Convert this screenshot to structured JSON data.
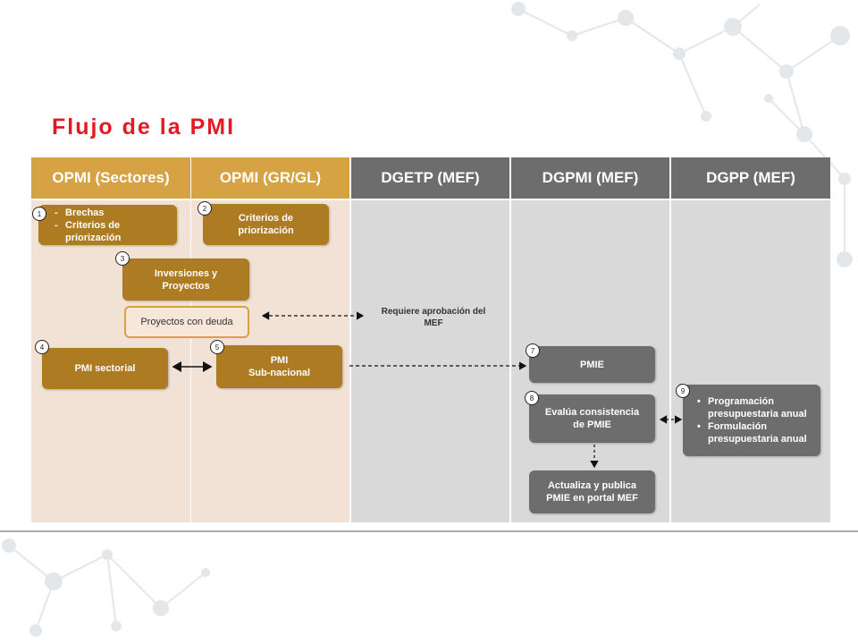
{
  "title": "Flujo de la PMI",
  "colors": {
    "accent_title": "#e01b24",
    "header_gold": "#d6a243",
    "header_gray": "#6d6d6d",
    "lane_tan": "#f2e2d5",
    "lane_gray": "#d9d9d9",
    "box_gold": "#ad7b22",
    "box_gray": "#6d6d6d"
  },
  "columns": [
    {
      "label": "OPMI (Sectores)"
    },
    {
      "label": "OPMI (GR/GL)"
    },
    {
      "label": "DGETP (MEF)"
    },
    {
      "label": "DGPMI (MEF)"
    },
    {
      "label": "DGPP (MEF)"
    }
  ],
  "steps": {
    "s1": {
      "num": "1",
      "items": [
        "Brechas",
        "Criterios de priorización"
      ]
    },
    "s2": {
      "num": "2",
      "label": "Criterios de priorización"
    },
    "s3": {
      "num": "3",
      "label": "Inversiones y Proyectos"
    },
    "deuda": {
      "label": "Proyectos con deuda"
    },
    "s4": {
      "num": "4",
      "label": "PMI sectorial"
    },
    "s5": {
      "num": "5",
      "line1": "PMI",
      "line2": "Sub-nacional"
    },
    "s7": {
      "num": "7",
      "label": "PMIE"
    },
    "s8": {
      "num": "8",
      "label": "Evalúa consistencia de PMIE"
    },
    "s_actualiza": {
      "label": "Actualiza  y publica PMIE en portal MEF"
    },
    "s9": {
      "num": "9",
      "items": [
        "Programación presupuestaria anual",
        "Formulación presupuestaria anual"
      ]
    }
  },
  "note_mef": "Requiere aprobación del MEF"
}
